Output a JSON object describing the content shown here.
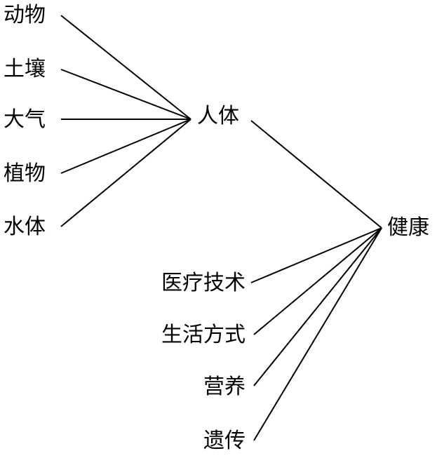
{
  "diagram": {
    "sources": [
      "动物",
      "土壤",
      "大气",
      "植物",
      "水体"
    ],
    "hub": "人体",
    "target": "健康",
    "factors": [
      "医疗技术",
      "生活方式",
      "营养",
      "遗传"
    ]
  },
  "colors": {
    "line": "#000000",
    "text": "#000000",
    "background": "#ffffff"
  }
}
